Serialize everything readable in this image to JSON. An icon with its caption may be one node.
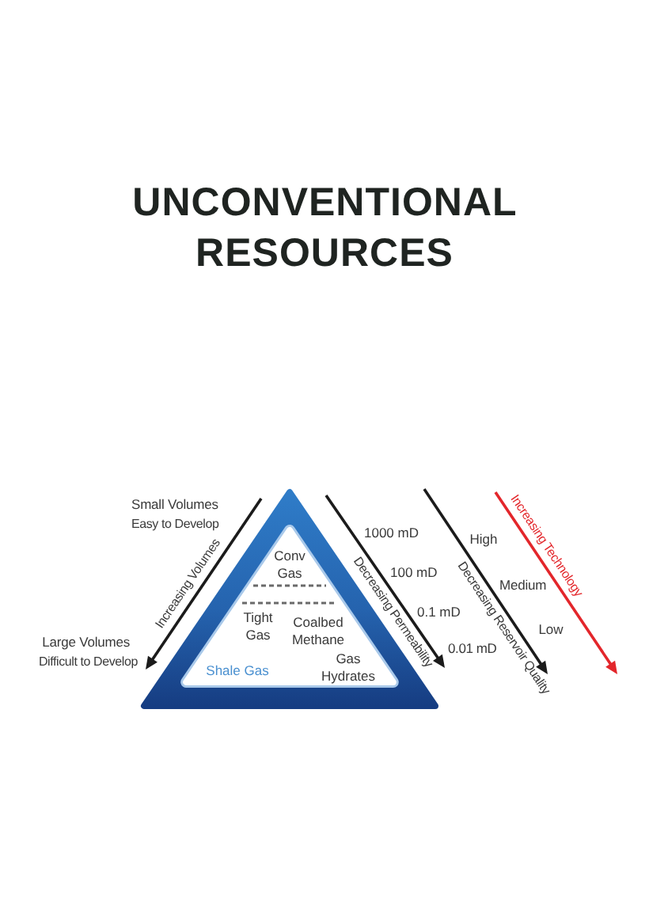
{
  "diagram": {
    "title": "UNCONVENTIONAL RESOURCES",
    "nodes": [
      {
        "text": [
          "Conv Gas",
          "Tight Gas",
          "Coalbed Methane",
          "Shale Gas",
          "Gas Hydrates"
        ]
      }
    ],
    "labels": [
      "Small Volumes",
      "Easy to Develop",
      "Increasing Volumes",
      "Large Volumes",
      "Difficult to Develop",
      "Decreasing Permeability",
      "1000 mD",
      "100 mD",
      "0.1 mD",
      "0.01 mD",
      "Decreasing Reservoir Quality",
      "High",
      "Medium",
      "Low",
      "Increasing Technology"
    ]
  }
}
